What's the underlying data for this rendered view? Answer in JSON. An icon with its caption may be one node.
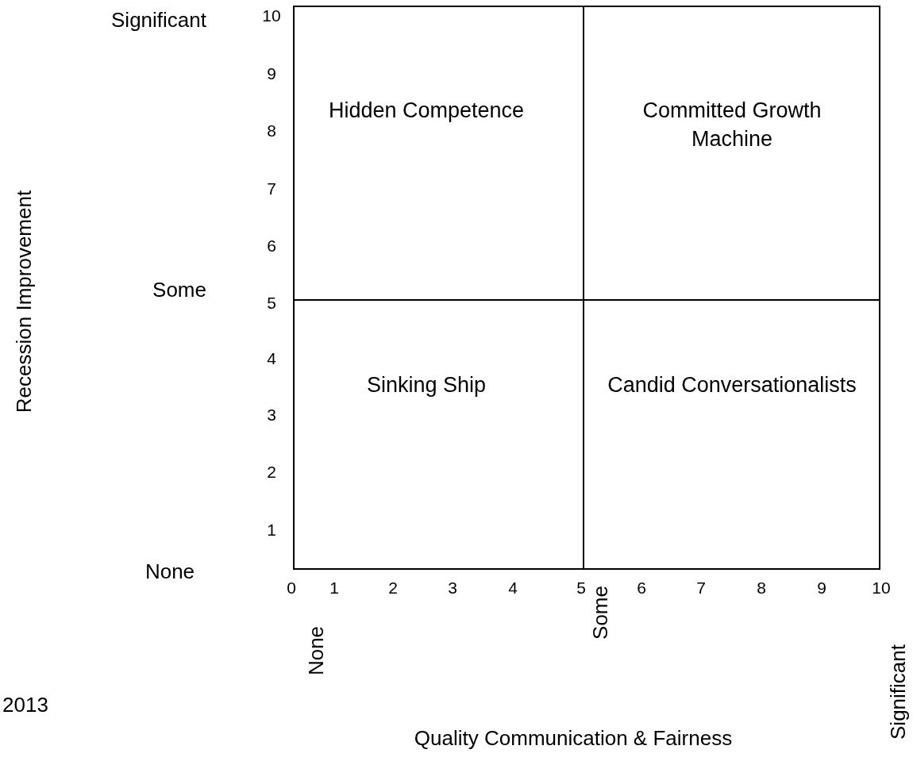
{
  "diagram": {
    "nodes": [
      {
        "text": [
          "Hidden Competence"
        ]
      },
      {
        "text": [
          "Committed Growth Machine"
        ]
      },
      {
        "text": [
          "Sinking Ship"
        ]
      },
      {
        "text": [
          "Candid Conversationalists"
        ]
      }
    ],
    "labels": [
      "Recession Improvement",
      "Significant",
      "10",
      "9",
      "8",
      "7",
      "6",
      "Some",
      "5",
      "4",
      "3",
      "2",
      "1",
      "None",
      "0",
      "1",
      "2",
      "3",
      "4",
      "5",
      "6",
      "7",
      "8",
      "9",
      "10",
      "Some",
      "Significant",
      "None",
      "2013",
      "Quality Communication & Fairness"
    ]
  }
}
